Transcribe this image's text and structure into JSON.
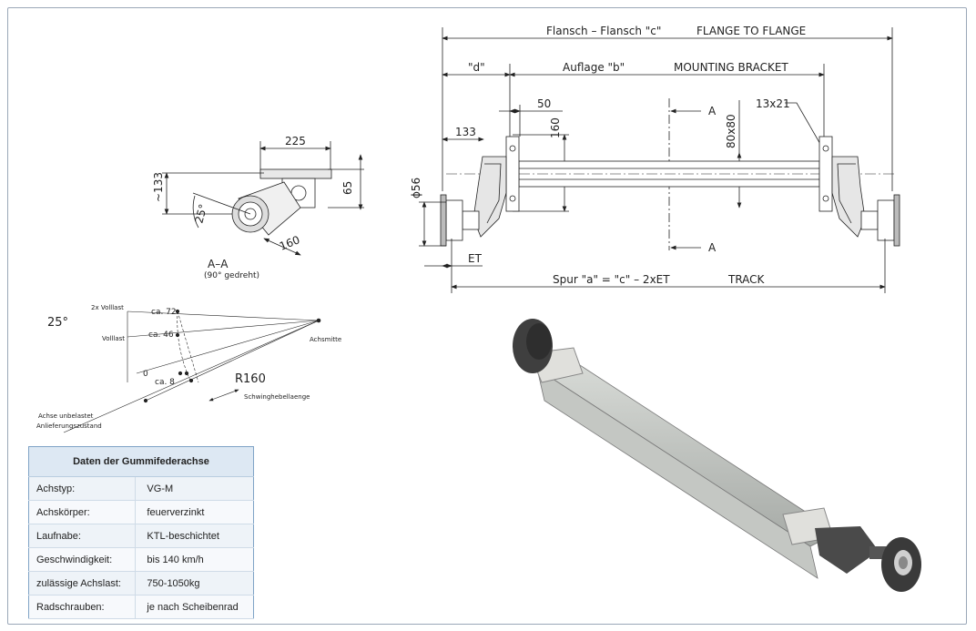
{
  "top_drawing": {
    "flange_label_de": "Flansch – Flansch \"c\"",
    "flange_label_en": "FLANGE TO FLANGE",
    "d_label": "\"d\"",
    "bracket_label_de": "Auflage \"b\"",
    "bracket_label_en": "MOUNTING BRACKET",
    "dim_50": "50",
    "dim_133": "133",
    "dim_160": "160",
    "dim_80x80": "80x80",
    "dim_13x21": "13x21",
    "section_a": "A",
    "dim_56": "ϕ56",
    "et": "ET",
    "track_de": "Spur \"a\" = \"c\" – 2xET",
    "track_en": "TRACK"
  },
  "section_drawing": {
    "dim_225": "225",
    "dim_133": "~133",
    "dim_65": "65",
    "angle_25": "25°",
    "dim_160": "160",
    "title": "A–A",
    "subtitle": "(90° gedreht)"
  },
  "angle_diagram": {
    "angle": "25°",
    "full_load_2x": "2x Volllast",
    "full_load": "Volllast",
    "ca72": "ca. 72",
    "ca46": "ca. 46",
    "zero": "0",
    "ca8": "ca. 8",
    "axis_center": "Achsmitte",
    "radius": "R160",
    "arm_length": "Schwinghebellaenge",
    "unloaded": "Achse unbelastet",
    "delivery": "Anlieferungszustand"
  },
  "spec_table": {
    "title": "Daten der Gummifederachse",
    "rows": [
      {
        "label": "Achstyp:",
        "value": "VG-M"
      },
      {
        "label": "Achskörper:",
        "value": "feuerverzinkt"
      },
      {
        "label": "Laufnabe:",
        "value": "KTL-beschichtet"
      },
      {
        "label": "Geschwindigkeit:",
        "value": "bis 140 km/h"
      },
      {
        "label": "zulässige Achslast:",
        "value": "750-1050kg"
      },
      {
        "label": "Radschrauben:",
        "value": "je nach Scheibenrad"
      }
    ]
  }
}
